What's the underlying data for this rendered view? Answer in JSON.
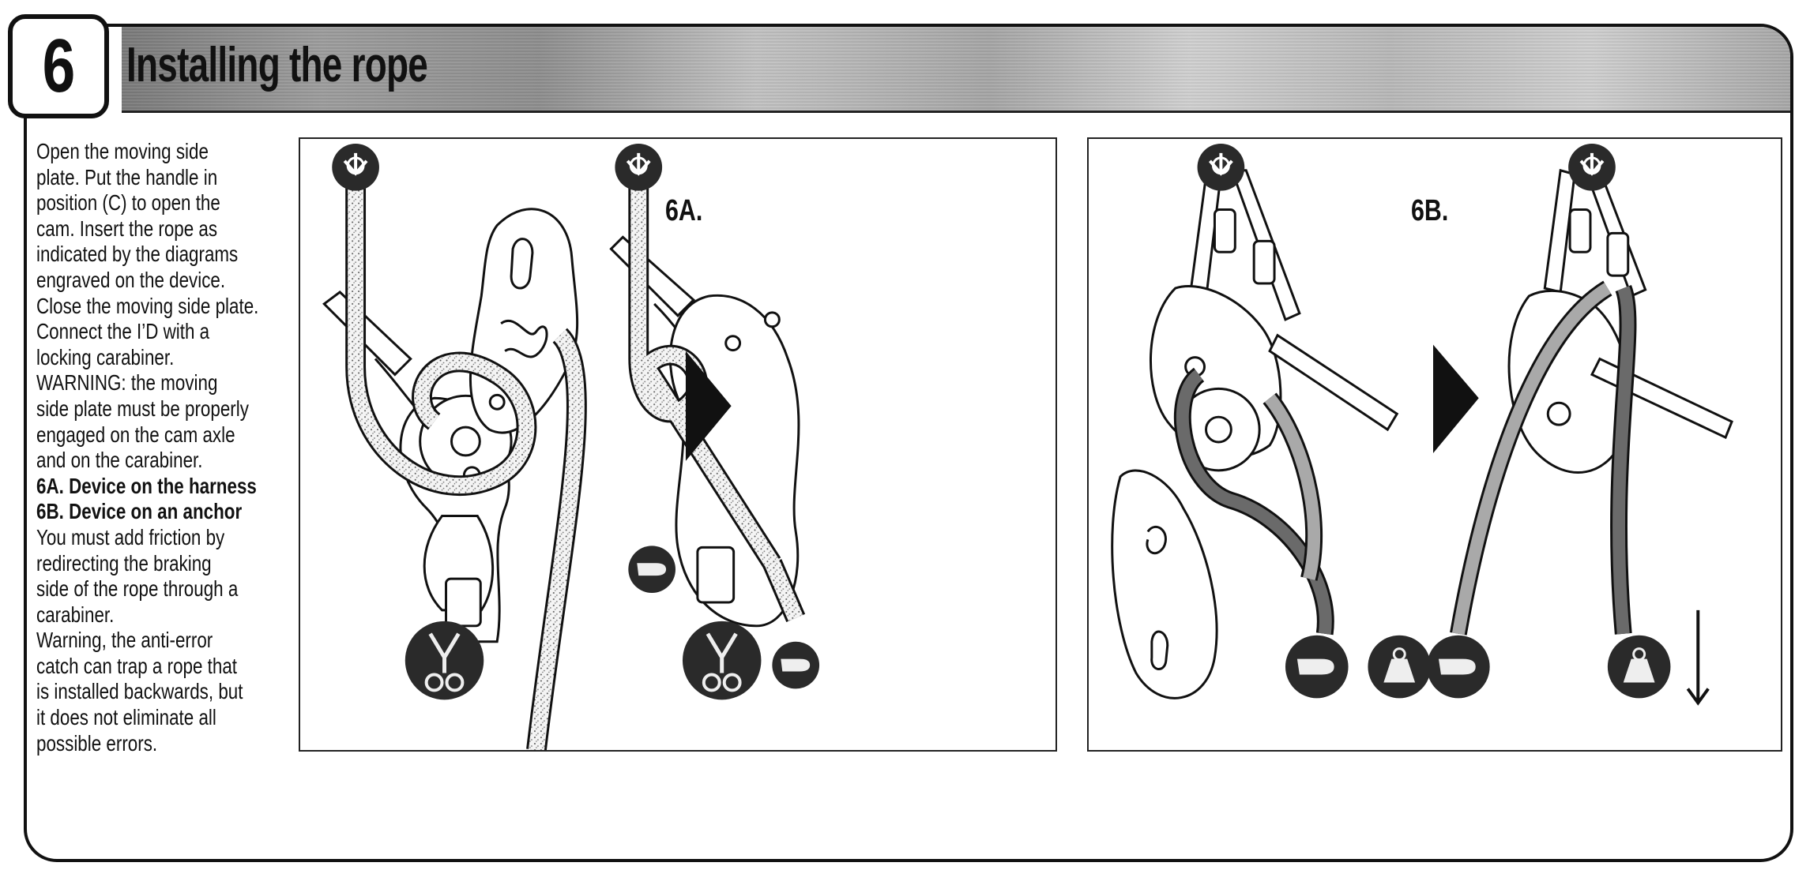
{
  "section": {
    "number": "6",
    "title": "Installing the rope"
  },
  "instructions": {
    "lines": [
      {
        "text": "Open the moving side",
        "bold": false
      },
      {
        "text": "plate. Put the handle in",
        "bold": false
      },
      {
        "text": "position (C) to open the",
        "bold": false
      },
      {
        "text": "cam. Insert the rope as",
        "bold": false
      },
      {
        "text": "indicated by the diagrams",
        "bold": false
      },
      {
        "text": "engraved on the device.",
        "bold": false
      },
      {
        "text": "Close the moving side plate.",
        "bold": false
      },
      {
        "text": "Connect the I’D with a",
        "bold": false
      },
      {
        "text": "locking carabiner.",
        "bold": false
      },
      {
        "text": "WARNING: the moving",
        "bold": false
      },
      {
        "text": "side plate must be properly",
        "bold": false
      },
      {
        "text": "engaged on the cam axle",
        "bold": false
      },
      {
        "text": "and on the carabiner.",
        "bold": false
      },
      {
        "text": "6A. Device on the harness",
        "bold": true
      },
      {
        "text": "6B. Device on an anchor",
        "bold": true
      },
      {
        "text": "You must add friction by",
        "bold": false
      },
      {
        "text": "redirecting the braking",
        "bold": false
      },
      {
        "text": "side of the rope through a",
        "bold": false
      },
      {
        "text": "carabiner.",
        "bold": false
      },
      {
        "text": "Warning, the anti-error",
        "bold": false
      },
      {
        "text": "catch can trap a rope that",
        "bold": false
      },
      {
        "text": "is installed backwards, but",
        "bold": false
      },
      {
        "text": "it does not eliminate all",
        "bold": false
      },
      {
        "text": "possible errors.",
        "bold": false
      }
    ]
  },
  "panels": {
    "a": {
      "label": "6A."
    },
    "b": {
      "label": "6B."
    }
  },
  "icons": [
    "anchor-icon",
    "hand-icon",
    "harness-icon",
    "weight-icon",
    "arrow-right-icon",
    "arrow-down-icon"
  ],
  "colors": {
    "ink": "#111111",
    "rope_dark": "#6a6a6a",
    "rope_light": "#a9a9a9",
    "icon_fill": "#2a2a2a"
  }
}
